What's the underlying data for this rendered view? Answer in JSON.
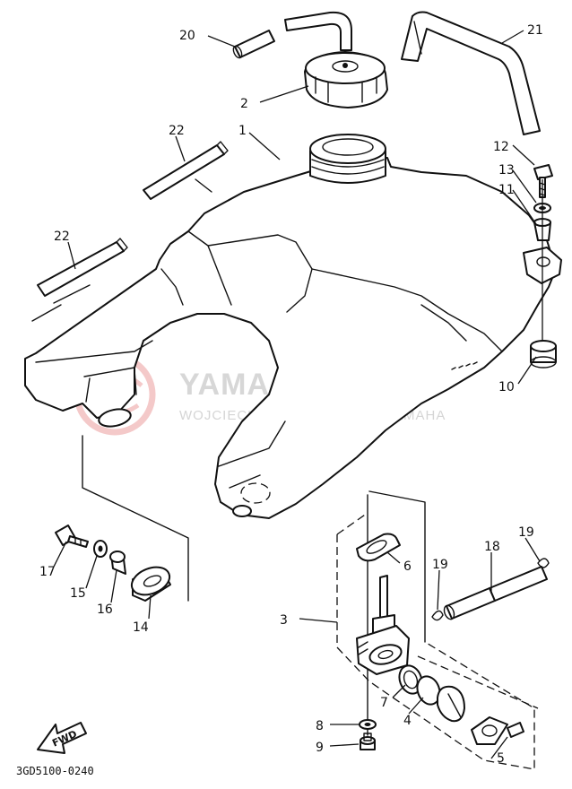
{
  "diagram_code": "3GD5100-0240",
  "fwd_label": "FWD",
  "watermark": {
    "brand": "YAMA-SKLEP.PL",
    "subtitle": "WOJCIECHOWICZ | DEALER YAMAHA"
  },
  "callouts": {
    "c1": "1",
    "c2": "2",
    "c3": "3",
    "c4": "4",
    "c5": "5",
    "c6": "6",
    "c7": "7",
    "c8": "8",
    "c9": "9",
    "c10": "10",
    "c11": "11",
    "c12": "12",
    "c13": "13",
    "c14": "14",
    "c15": "15",
    "c16": "16",
    "c17": "17",
    "c18": "18",
    "c19a": "19",
    "c19b": "19",
    "c20": "20",
    "c21": "21",
    "c22a": "22",
    "c22b": "22"
  }
}
